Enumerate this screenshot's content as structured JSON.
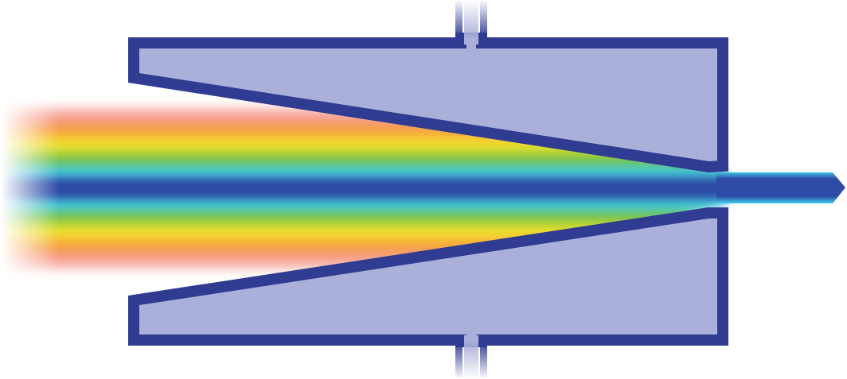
{
  "diagram": {
    "kind": "focusing-nozzle",
    "colors": {
      "body_fill": "#aab0d9",
      "outline": "#2f3c92",
      "port_fade": "#c8ccea",
      "beam_red": "#f15a4a",
      "beam_orange": "#f7a23b",
      "beam_yellow": "#f3e42a",
      "beam_green": "#6cbf46",
      "beam_cyan": "#3fd0ec",
      "beam_blue": "#2e4ca6"
    },
    "beam_bands": [
      "blue",
      "cyan",
      "green",
      "yellow",
      "orange",
      "red"
    ]
  }
}
